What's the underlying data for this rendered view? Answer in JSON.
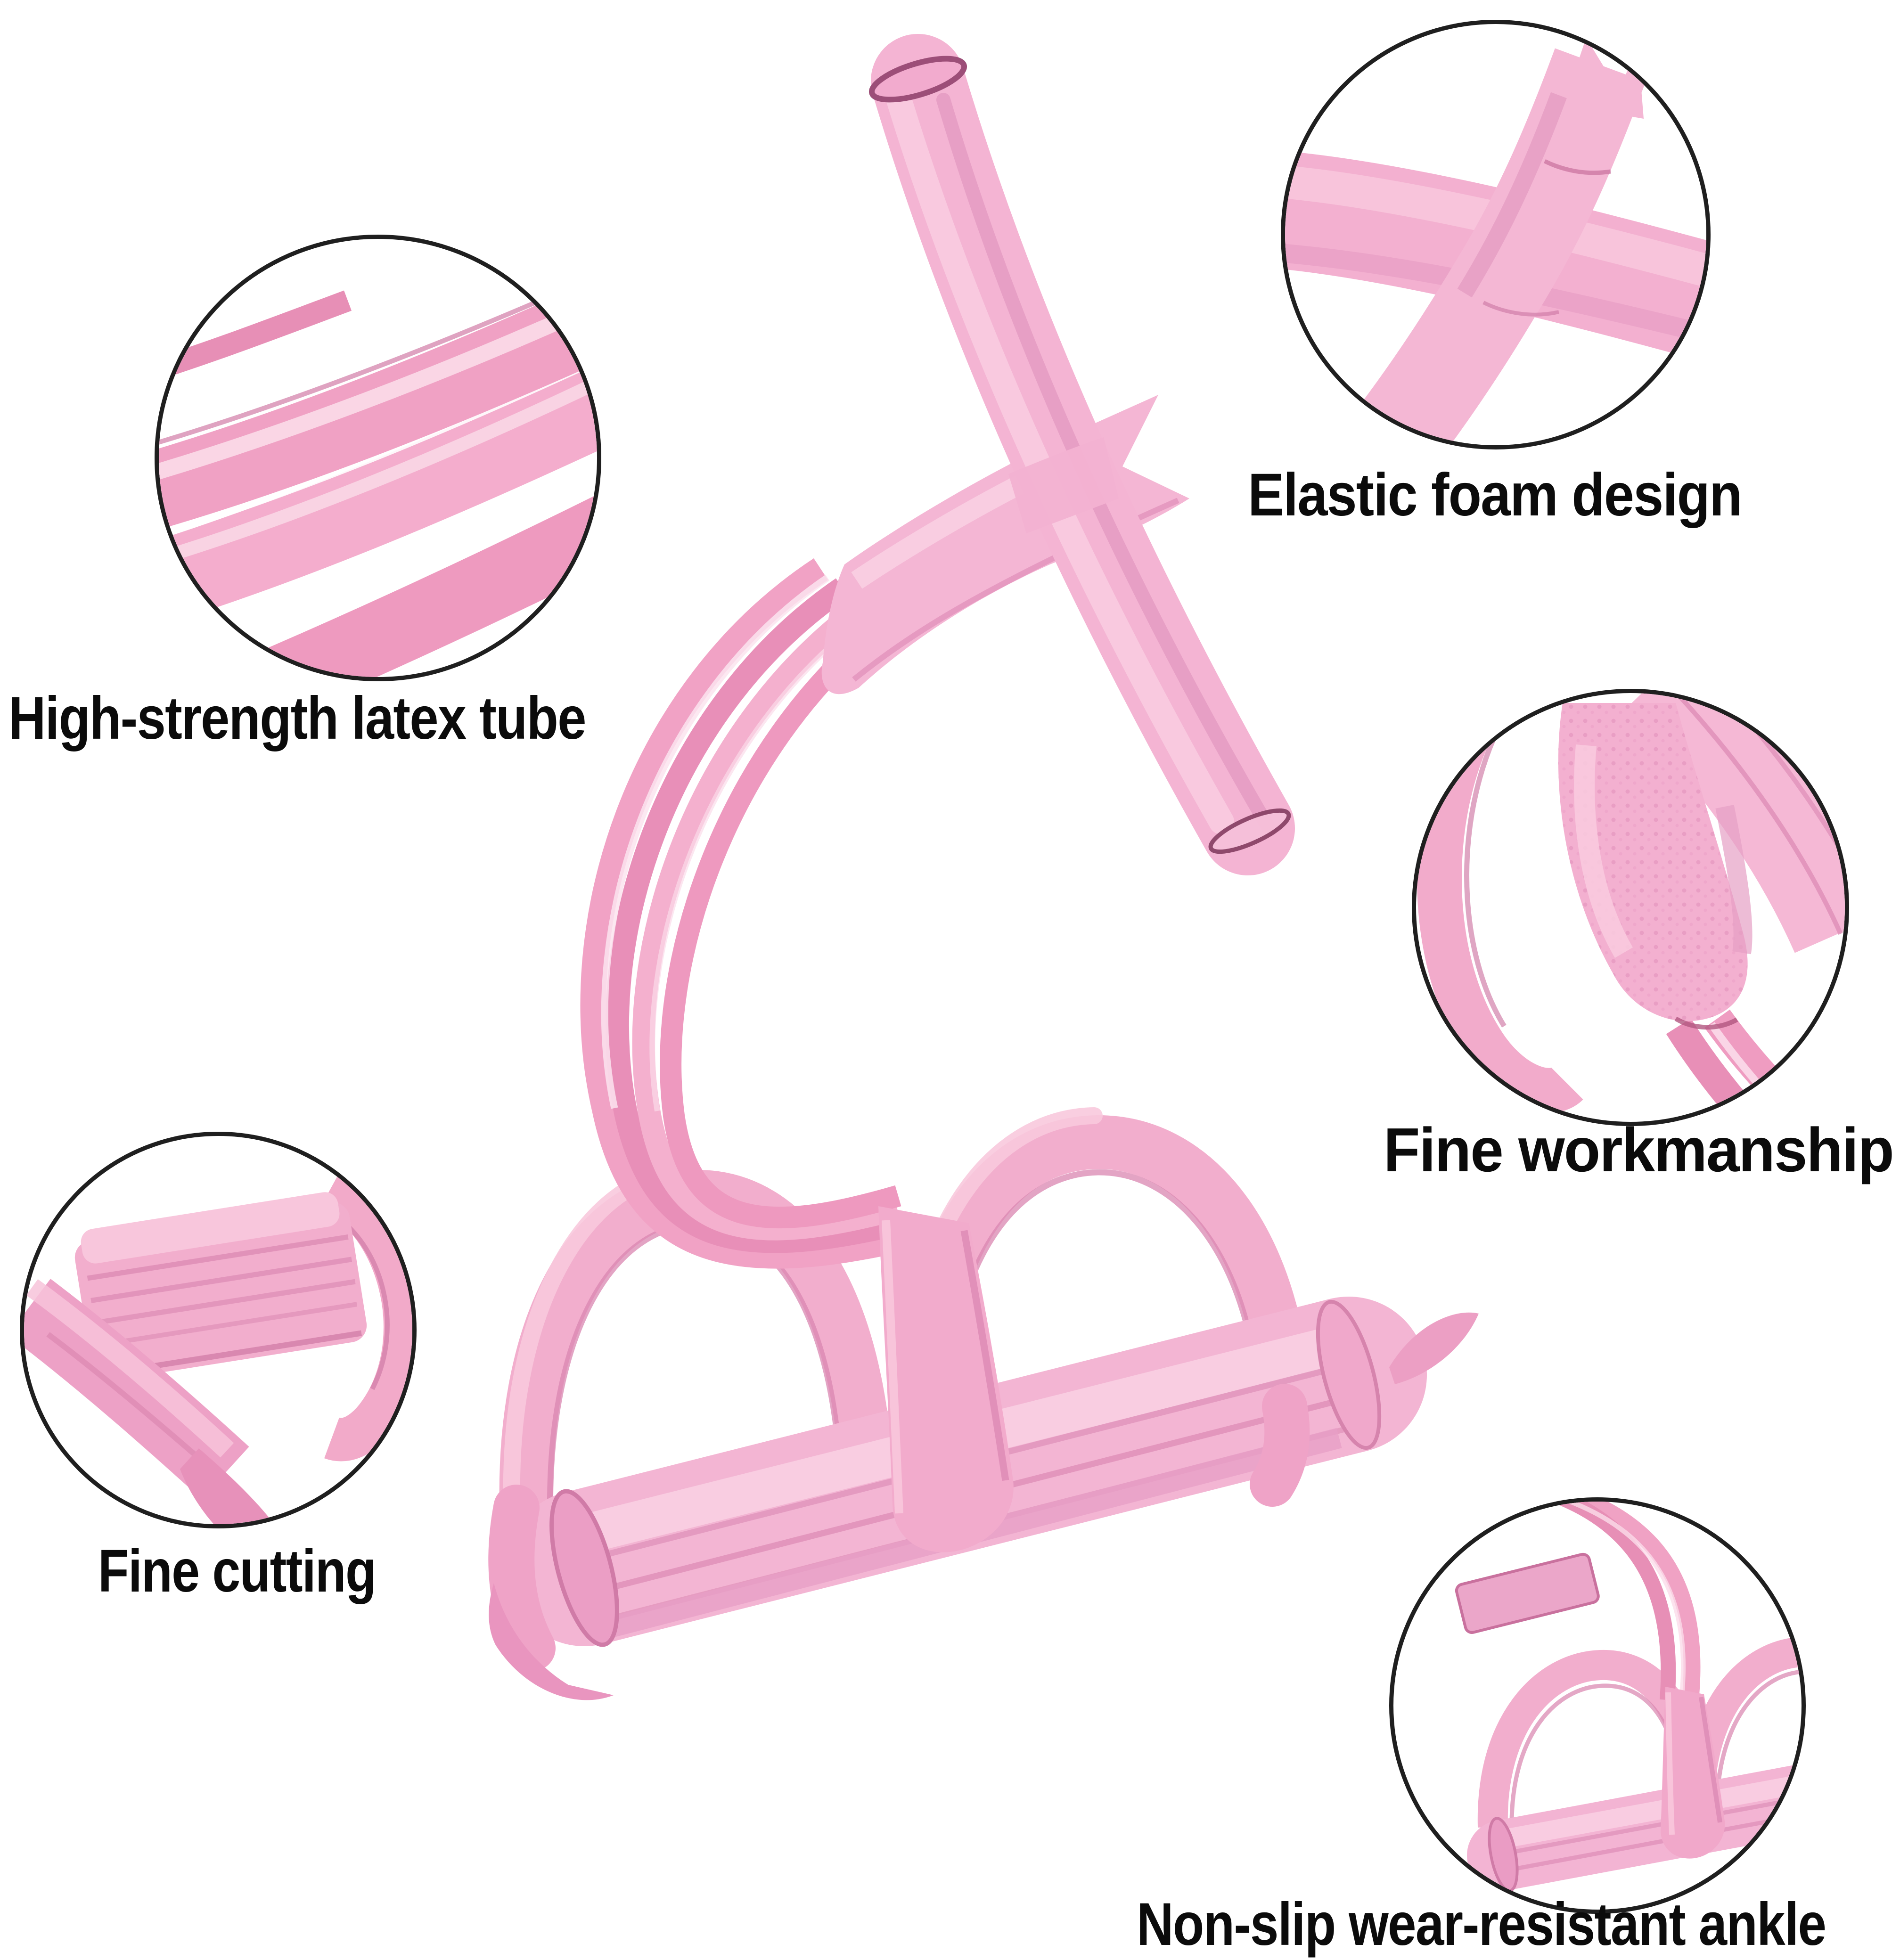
{
  "page": {
    "background": "#ffffff"
  },
  "colors": {
    "callout_ring": "#1f1f1f",
    "label_text": "#0b0b0b",
    "foam_base": "#f4b4d3",
    "foam_light": "#f9cde1",
    "foam_shade": "#e79fc5",
    "tube_mid": "#f1a3c6",
    "tube_deep": "#e78fb8",
    "tube_pale": "#f6b9d5",
    "groove": "#dd8cb6",
    "rim_purple": "#8f4a6e"
  },
  "product": {
    "subject": "pink-pedal-resistance-band",
    "parts": [
      "foam-handle",
      "foam-sleeve",
      "latex-tube-bundle",
      "tube-wedge-connector",
      "foot-bar",
      "left-pedal-loop",
      "right-pedal-loop"
    ]
  },
  "callouts": [
    {
      "id": "latex-tube",
      "label": "High-strength latex tube",
      "image": "latex-tube-closeup"
    },
    {
      "id": "foam-handle",
      "label": "Elastic foam design",
      "image": "foam-handle-closeup"
    },
    {
      "id": "workmanship",
      "label": "Fine workmanship",
      "image": "foam-grip-tubes-closeup"
    },
    {
      "id": "cutting",
      "label": "Fine cutting",
      "image": "pedal-foam-closeup"
    },
    {
      "id": "ankle",
      "label": "Non-slip wear-resistant ankle",
      "image": "pedal-base-closeup"
    }
  ]
}
